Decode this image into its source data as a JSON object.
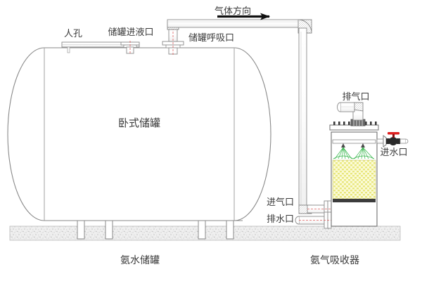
{
  "diagram": {
    "title_left": "氨水储罐",
    "title_right": "氨气吸收器",
    "flow_label": "气体方向",
    "tank": {
      "body_label": "卧式储罐",
      "manhole_label": "人孔",
      "liquid_inlet_label": "储罐进液口",
      "breather_label": "储罐呼吸口"
    },
    "absorber": {
      "exhaust_label": "排气口",
      "water_inlet_label": "进水口",
      "gas_inlet_label": "进气口",
      "drain_label": "排水口"
    },
    "colors": {
      "line": "#6b6b6b",
      "line_dark": "#4a4a4a",
      "text": "#3a3a3a",
      "arrow": "#111111",
      "packing": "#f2f0a0",
      "spray": "#35b64a",
      "valve_handle": "#e02020",
      "center_line": "#e06060",
      "ground": "#e9e9e9",
      "grid_dark": "#3c3c3c"
    }
  }
}
